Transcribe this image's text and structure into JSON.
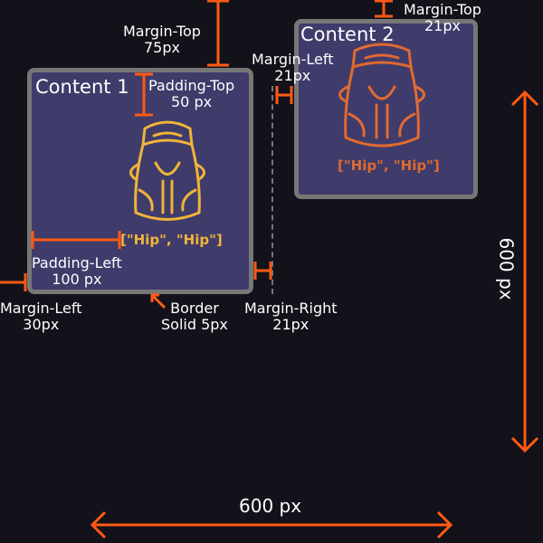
{
  "boxes": {
    "box1": {
      "title": "Content 1",
      "label": "[\"Hip\", \"Hip\"]"
    },
    "box2": {
      "title": "Content 2",
      "label": "[\"Hip\", \"Hip\"]"
    }
  },
  "annotations": {
    "margin_top_1": [
      "Margin-Top",
      "75px"
    ],
    "padding_top": [
      "Padding-Top",
      "50 px"
    ],
    "margin_left_2": [
      "Margin-Left",
      "21px"
    ],
    "margin_top_2": [
      "Margin-Top",
      "21px"
    ],
    "padding_left": [
      "Padding-Left",
      "100 px"
    ],
    "margin_left_1": [
      "Margin-Left",
      "30px"
    ],
    "border": [
      "Border",
      "Solid 5px"
    ],
    "margin_right": [
      "Margin-Right",
      "21px"
    ],
    "width": "600 px",
    "height": "600 px"
  },
  "colors": {
    "background": "#13121a",
    "box_fill": "#3f3b6b",
    "box_border": "#777777",
    "arrow": "#ff5a14",
    "icon1": "#f0b43a",
    "icon2": "#e06a30"
  },
  "icons": [
    "backpack-icon",
    "backpack-icon"
  ]
}
